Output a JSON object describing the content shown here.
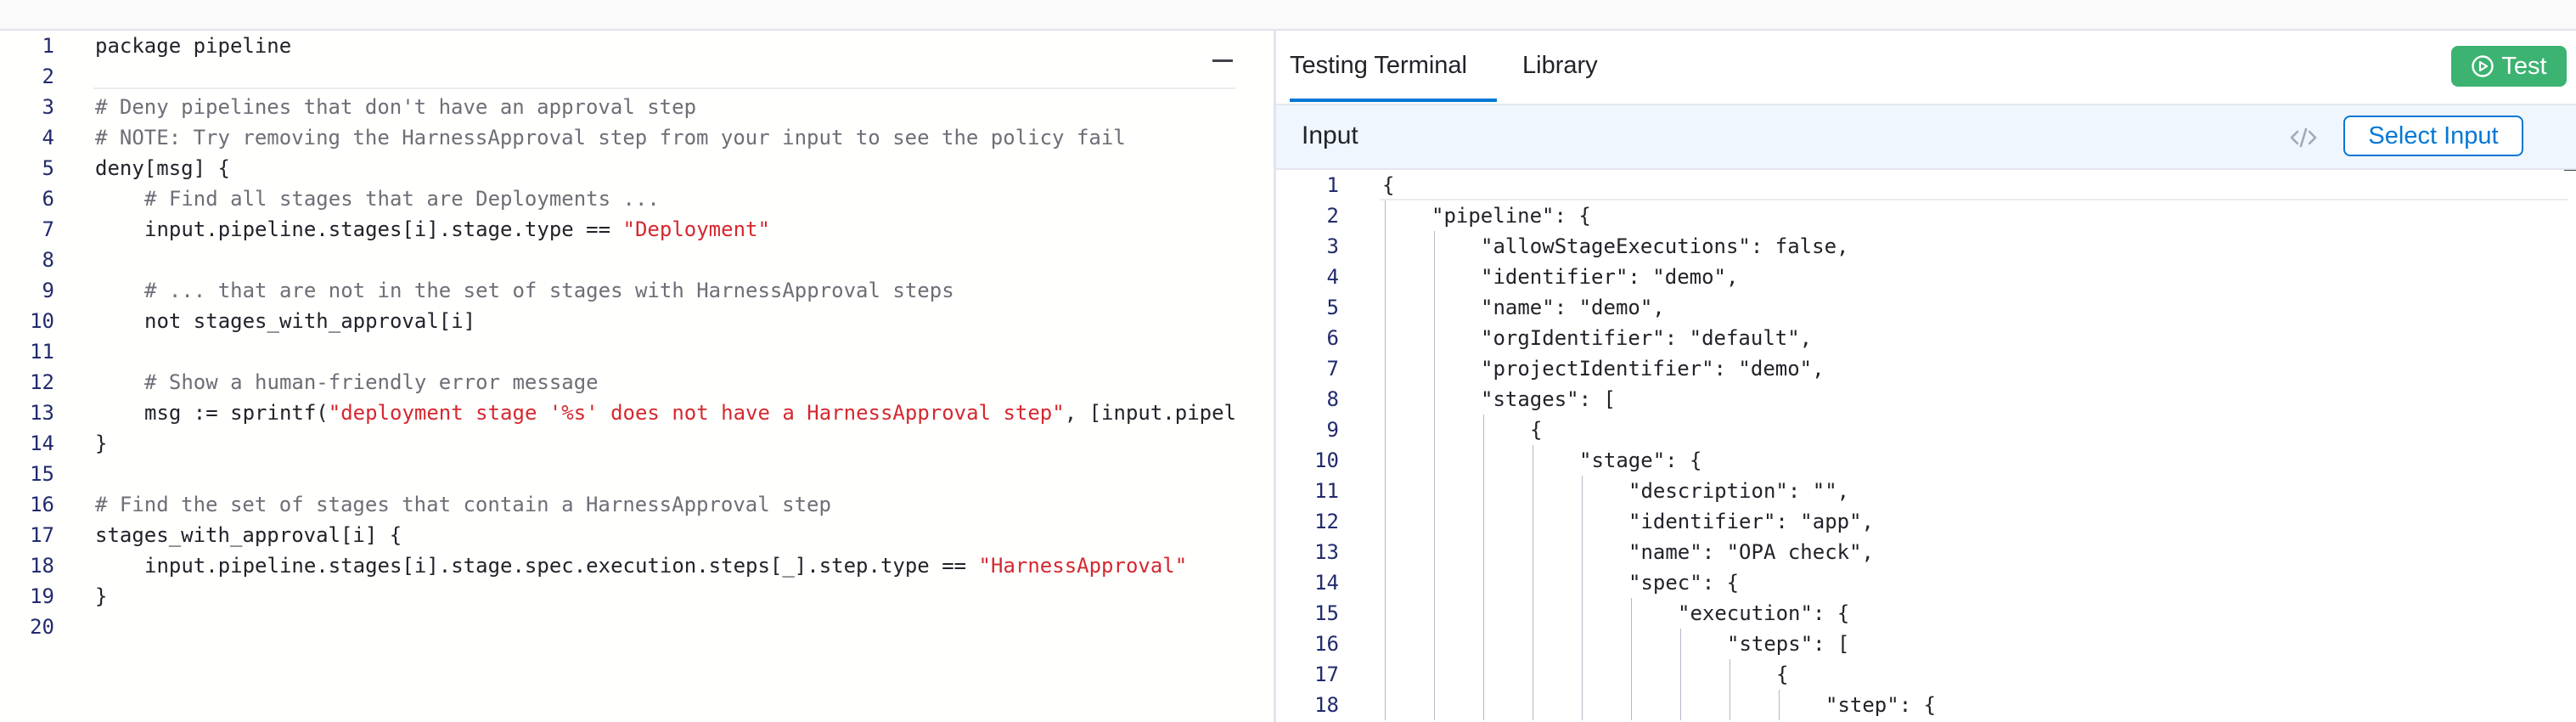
{
  "editor": {
    "lines": [
      {
        "num": "1",
        "indent": 0,
        "parts": [
          {
            "t": "package pipeline",
            "c": "plain"
          }
        ]
      },
      {
        "num": "2",
        "indent": 0,
        "parts": []
      },
      {
        "num": "3",
        "indent": 0,
        "parts": [
          {
            "t": "# Deny pipelines that don't have an approval step",
            "c": "comment"
          }
        ]
      },
      {
        "num": "4",
        "indent": 0,
        "parts": [
          {
            "t": "# NOTE: Try removing the HarnessApproval step from your input to see the policy fail",
            "c": "comment"
          }
        ]
      },
      {
        "num": "5",
        "indent": 0,
        "parts": [
          {
            "t": "deny[msg] {",
            "c": "plain"
          }
        ]
      },
      {
        "num": "6",
        "indent": 1,
        "parts": [
          {
            "t": "# Find all stages that are Deployments ...",
            "c": "comment"
          }
        ]
      },
      {
        "num": "7",
        "indent": 1,
        "parts": [
          {
            "t": "input.pipeline.stages[i].stage.type == ",
            "c": "plain"
          },
          {
            "t": "\"Deployment\"",
            "c": "string"
          }
        ]
      },
      {
        "num": "8",
        "indent": 0,
        "parts": []
      },
      {
        "num": "9",
        "indent": 1,
        "parts": [
          {
            "t": "# ... that are not in the set of stages with HarnessApproval steps",
            "c": "comment"
          }
        ]
      },
      {
        "num": "10",
        "indent": 1,
        "parts": [
          {
            "t": "not stages_with_approval[i]",
            "c": "plain"
          }
        ]
      },
      {
        "num": "11",
        "indent": 0,
        "parts": []
      },
      {
        "num": "12",
        "indent": 1,
        "parts": [
          {
            "t": "# Show a human-friendly error message",
            "c": "comment"
          }
        ]
      },
      {
        "num": "13",
        "indent": 1,
        "parts": [
          {
            "t": "msg := sprintf(",
            "c": "plain"
          },
          {
            "t": "\"deployment stage '%s' does not have a HarnessApproval step\"",
            "c": "string"
          },
          {
            "t": ", [input.pipel",
            "c": "plain"
          }
        ]
      },
      {
        "num": "14",
        "indent": 0,
        "parts": [
          {
            "t": "}",
            "c": "plain"
          }
        ]
      },
      {
        "num": "15",
        "indent": 0,
        "parts": []
      },
      {
        "num": "16",
        "indent": 0,
        "parts": [
          {
            "t": "# Find the set of stages that contain a HarnessApproval step",
            "c": "comment"
          }
        ]
      },
      {
        "num": "17",
        "indent": 0,
        "parts": [
          {
            "t": "stages_with_approval[i] {",
            "c": "plain"
          }
        ]
      },
      {
        "num": "18",
        "indent": 1,
        "parts": [
          {
            "t": "input.pipeline.stages[i].stage.spec.execution.steps[_].step.type == ",
            "c": "plain"
          },
          {
            "t": "\"HarnessApproval\"",
            "c": "string"
          }
        ]
      },
      {
        "num": "19",
        "indent": 0,
        "parts": [
          {
            "t": "}",
            "c": "plain"
          }
        ]
      },
      {
        "num": "20",
        "indent": 0,
        "parts": []
      }
    ]
  },
  "tabs": [
    {
      "label": "Testing Terminal",
      "active": true
    },
    {
      "label": "Library",
      "active": false
    }
  ],
  "test_button_label": "Test",
  "input_panel": {
    "title": "Input",
    "select_button_label": "Select Input"
  },
  "json_lines": [
    {
      "num": "1",
      "depth": 0,
      "text": "{"
    },
    {
      "num": "2",
      "depth": 1,
      "text": "\"pipeline\": {"
    },
    {
      "num": "3",
      "depth": 2,
      "text": "\"allowStageExecutions\": false,"
    },
    {
      "num": "4",
      "depth": 2,
      "text": "\"identifier\": \"demo\","
    },
    {
      "num": "5",
      "depth": 2,
      "text": "\"name\": \"demo\","
    },
    {
      "num": "6",
      "depth": 2,
      "text": "\"orgIdentifier\": \"default\","
    },
    {
      "num": "7",
      "depth": 2,
      "text": "\"projectIdentifier\": \"demo\","
    },
    {
      "num": "8",
      "depth": 2,
      "text": "\"stages\": ["
    },
    {
      "num": "9",
      "depth": 3,
      "text": "{"
    },
    {
      "num": "10",
      "depth": 4,
      "text": "\"stage\": {"
    },
    {
      "num": "11",
      "depth": 5,
      "text": "\"description\": \"\","
    },
    {
      "num": "12",
      "depth": 5,
      "text": "\"identifier\": \"app\","
    },
    {
      "num": "13",
      "depth": 5,
      "text": "\"name\": \"OPA check\","
    },
    {
      "num": "14",
      "depth": 5,
      "text": "\"spec\": {"
    },
    {
      "num": "15",
      "depth": 6,
      "text": "\"execution\": {"
    },
    {
      "num": "16",
      "depth": 7,
      "text": "\"steps\": ["
    },
    {
      "num": "17",
      "depth": 8,
      "text": "{"
    },
    {
      "num": "18",
      "depth": 9,
      "text": "\"step\": {"
    }
  ],
  "colors": {
    "accent": "#0278d5",
    "test_button": "#3cb371",
    "string": "#d5282f",
    "comment": "#6e6e76"
  },
  "icons": [
    "play-circle-icon",
    "code-icon"
  ]
}
